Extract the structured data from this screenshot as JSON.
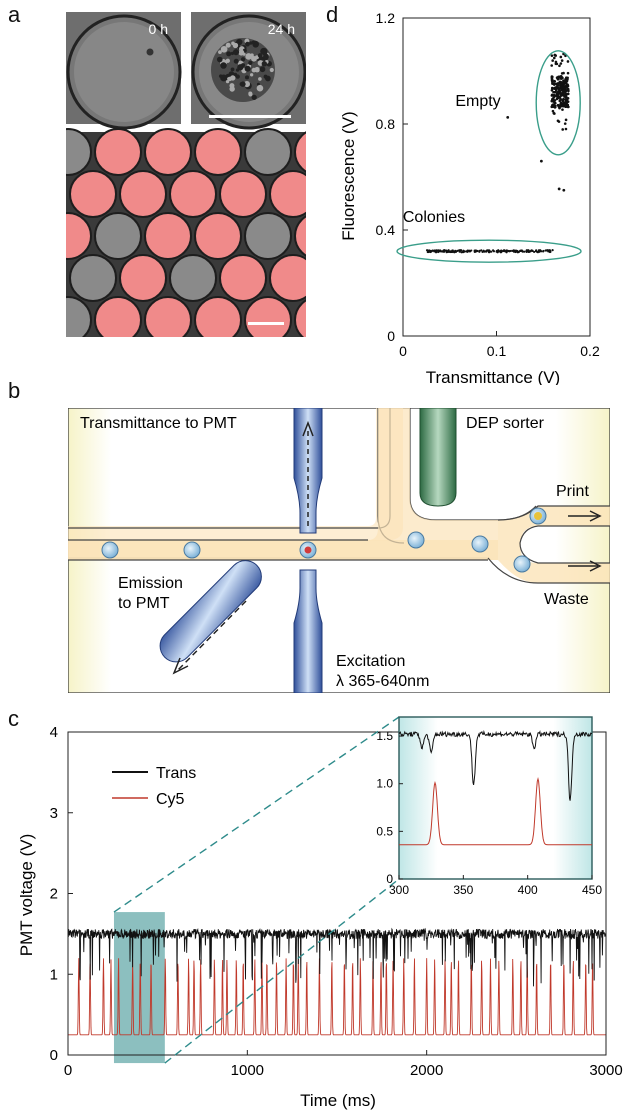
{
  "panels": {
    "a": "a",
    "b": "b",
    "c": "c",
    "d": "d"
  },
  "panel_a": {
    "micrograph_1_label": "0 h",
    "micrograph_2_label": "24 h",
    "colors": {
      "droplet_red": "#f08a8a",
      "droplet_grey": "#8a8a8a",
      "background": "#2a2a2a"
    }
  },
  "panel_b": {
    "transmittance_label": "Transmittance to PMT",
    "dep_label": "DEP sorter",
    "print_label": "Print",
    "waste_label": "Waste",
    "emission_label_1": "Emission",
    "emission_label_2": "to PMT",
    "excitation_label_1": "Excitation",
    "excitation_label_2": "λ 365-640nm",
    "colors": {
      "channel": "#fbe3b8",
      "fiber_blue": "#5a78b8",
      "dep_green": "#4f8a63",
      "droplet": "#a9cfea"
    }
  },
  "chart_data": [
    {
      "type": "line",
      "panel": "c",
      "xlabel": "Time (ms)",
      "ylabel": "PMT voltage (V)",
      "xlim": [
        0,
        3000
      ],
      "ylim": [
        0,
        4
      ],
      "xticks": [
        "0",
        "1000",
        "2000",
        "3000"
      ],
      "yticks": [
        "0",
        "1",
        "2",
        "3",
        "4"
      ],
      "legend": {
        "placement": "top-left",
        "entries": [
          "Trans",
          "Cy5"
        ]
      },
      "series": [
        {
          "name": "Trans",
          "color": "#111111",
          "baseline": 1.5,
          "dip_min": 0.95
        },
        {
          "name": "Cy5",
          "color": "#c0392b",
          "baseline": 0.25,
          "peak_max": 1.2
        }
      ],
      "highlight_window": {
        "x": [
          340,
          540
        ],
        "color": "#2e8b8b"
      },
      "inset": {
        "xlim": [
          300,
          450
        ],
        "ylim": [
          0,
          1.7
        ],
        "xticks": [
          "300",
          "350",
          "400",
          "450"
        ],
        "yticks": [
          "0",
          "0.5",
          "1.0",
          "1.5"
        ],
        "series": [
          {
            "name": "Trans",
            "baseline": 1.52,
            "dips": [
              [
                318,
                1.38
              ],
              [
                325,
                1.32
              ],
              [
                358,
                0.99
              ],
              [
                405,
                1.38
              ],
              [
                433,
                0.82
              ]
            ]
          },
          {
            "name": "Cy5",
            "baseline": 0.36,
            "peaks": [
              [
                328,
                1.01
              ],
              [
                408,
                1.05
              ]
            ]
          }
        ]
      }
    },
    {
      "type": "scatter",
      "panel": "d",
      "xlabel": "Transmittance (V)",
      "ylabel": "Fluorescence (V)",
      "xlim": [
        0,
        0.2
      ],
      "ylim": [
        0,
        1.2
      ],
      "xticks": [
        "0",
        "0.1",
        "0.2"
      ],
      "yticks": [
        "0",
        "0.4",
        "0.8",
        "1.2"
      ],
      "clusters": [
        {
          "label": "Empty",
          "x_center": 0.168,
          "y_center": 0.92,
          "ellipse_color": "#3a9e8a"
        },
        {
          "label": "Colonies",
          "x_range": [
            0.025,
            0.16
          ],
          "y": 0.32,
          "ellipse_color": "#3a9e8a"
        }
      ],
      "outliers": [
        [
          0.148,
          0.66
        ],
        [
          0.167,
          0.555
        ],
        [
          0.172,
          0.55
        ],
        [
          0.112,
          0.825
        ]
      ]
    }
  ]
}
